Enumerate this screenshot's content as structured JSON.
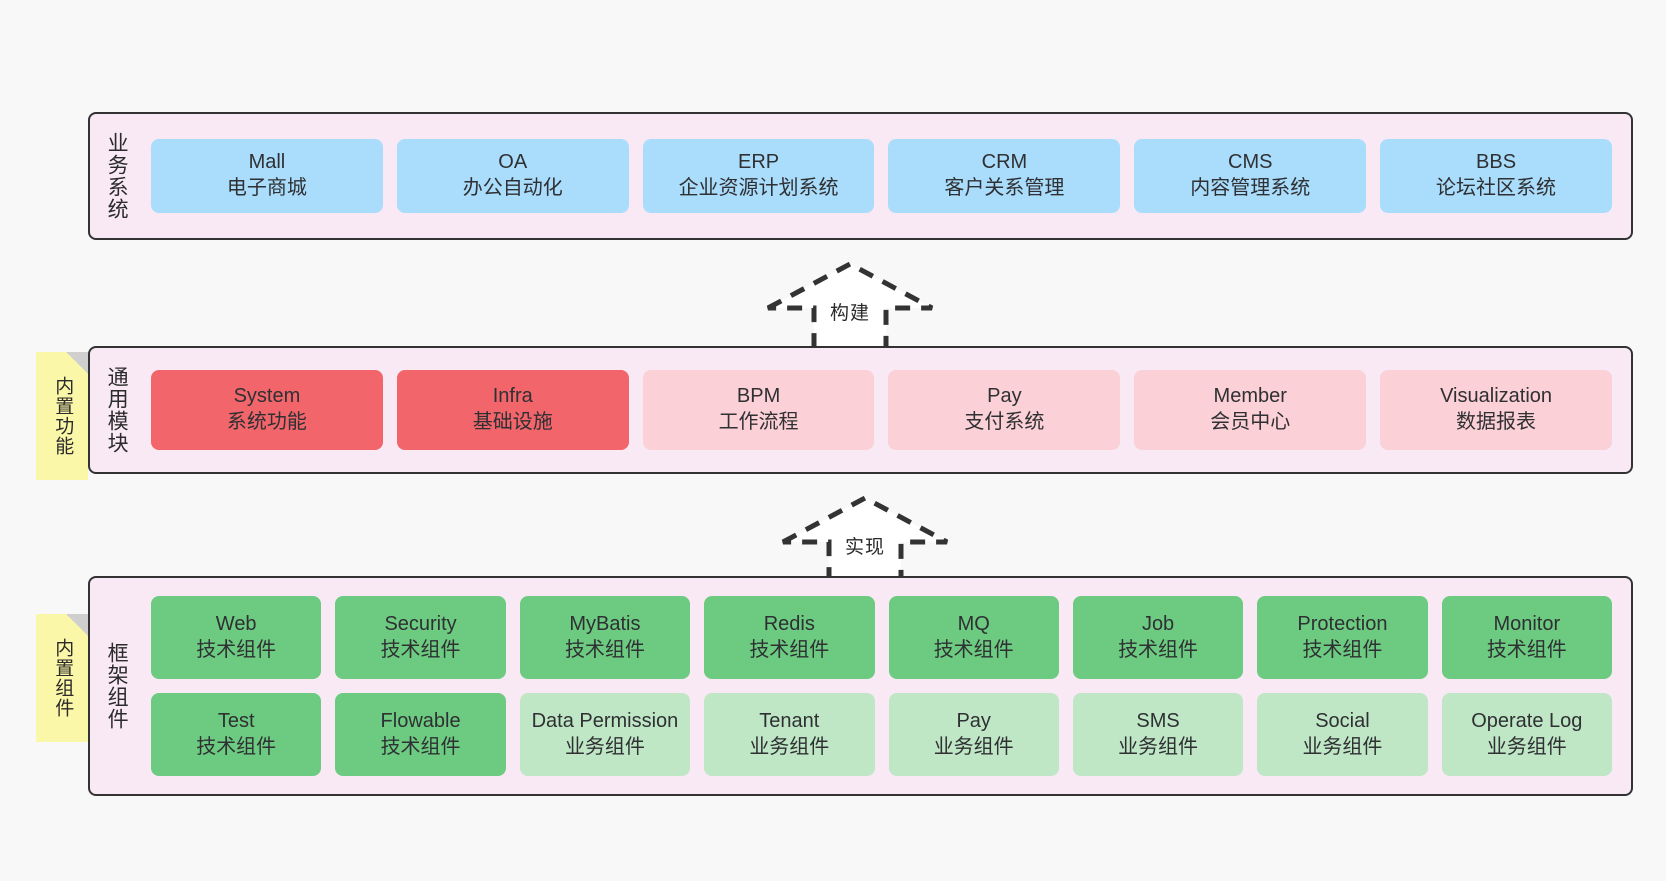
{
  "layers": [
    {
      "id": "business",
      "title": "业务系统",
      "rows": [
        [
          {
            "en": "Mall",
            "cn": "电子商城",
            "style": "blue"
          },
          {
            "en": "OA",
            "cn": "办公自动化",
            "style": "blue"
          },
          {
            "en": "ERP",
            "cn": "企业资源计划系统",
            "style": "blue"
          },
          {
            "en": "CRM",
            "cn": "客户关系管理",
            "style": "blue"
          },
          {
            "en": "CMS",
            "cn": "内容管理系统",
            "style": "blue"
          },
          {
            "en": "BBS",
            "cn": "论坛社区系统",
            "style": "blue"
          }
        ]
      ]
    },
    {
      "id": "modules",
      "title": "通用模块",
      "note": "内置功能",
      "rows": [
        [
          {
            "en": "System",
            "cn": "系统功能",
            "style": "red"
          },
          {
            "en": "Infra",
            "cn": "基础设施",
            "style": "red"
          },
          {
            "en": "BPM",
            "cn": "工作流程",
            "style": "pink"
          },
          {
            "en": "Pay",
            "cn": "支付系统",
            "style": "pink"
          },
          {
            "en": "Member",
            "cn": "会员中心",
            "style": "pink"
          },
          {
            "en": "Visualization",
            "cn": "数据报表",
            "style": "pink"
          }
        ]
      ]
    },
    {
      "id": "framework",
      "title": "框架组件",
      "note": "内置组件",
      "rows": [
        [
          {
            "en": "Web",
            "cn": "技术组件",
            "style": "green"
          },
          {
            "en": "Security",
            "cn": "技术组件",
            "style": "green"
          },
          {
            "en": "MyBatis",
            "cn": "技术组件",
            "style": "green"
          },
          {
            "en": "Redis",
            "cn": "技术组件",
            "style": "green"
          },
          {
            "en": "MQ",
            "cn": "技术组件",
            "style": "green"
          },
          {
            "en": "Job",
            "cn": "技术组件",
            "style": "green"
          },
          {
            "en": "Protection",
            "cn": "技术组件",
            "style": "green"
          },
          {
            "en": "Monitor",
            "cn": "技术组件",
            "style": "green"
          }
        ],
        [
          {
            "en": "Test",
            "cn": "技术组件",
            "style": "green"
          },
          {
            "en": "Flowable",
            "cn": "技术组件",
            "style": "green"
          },
          {
            "en": "Data Permission",
            "cn": "业务组件",
            "style": "lightgreen",
            "wrap": true
          },
          {
            "en": "Tenant",
            "cn": "业务组件",
            "style": "lightgreen"
          },
          {
            "en": "Pay",
            "cn": "业务组件",
            "style": "lightgreen"
          },
          {
            "en": "SMS",
            "cn": "业务组件",
            "style": "lightgreen"
          },
          {
            "en": "Social",
            "cn": "业务组件",
            "style": "lightgreen"
          },
          {
            "en": "Operate Log",
            "cn": "业务组件",
            "style": "lightgreen"
          }
        ]
      ]
    }
  ],
  "arrows": [
    {
      "id": "build",
      "label": "构建"
    },
    {
      "id": "impl",
      "label": "实现"
    }
  ],
  "colors": {
    "panel_bg": "#f8e9f4",
    "panel_border": "#333333",
    "business_cell": "#aadcfb",
    "module_primary": "#f2656b",
    "module_secondary": "#fbd0d7",
    "component_tech": "#6ccb80",
    "component_business": "#bfe7c6",
    "sticky": "#fbf7a8",
    "sticky_fold": "#cfcfcf",
    "page_bg": "#f8f8f8"
  }
}
